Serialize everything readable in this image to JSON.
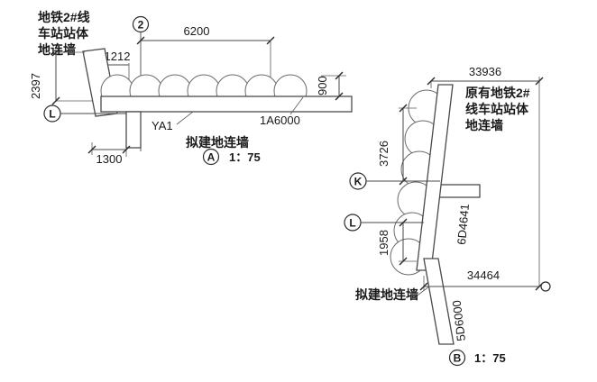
{
  "drawing": {
    "background": "#ffffff",
    "line_color": "#4a4a4a",
    "text_color": "#1a1a1a"
  },
  "left_view": {
    "existing_wall_note": {
      "line1": "地铁2#线",
      "line2": "车站站体",
      "line3": "地连墙"
    },
    "axis_top": "2",
    "axis_left": "L",
    "dims": {
      "top_width": "6200",
      "offset_top": "1212",
      "left_height": "2397",
      "right_offset": "900",
      "bottom_width": "1300"
    },
    "labels": {
      "pile_ref": "YA1",
      "wall_ref": "1A6000",
      "proposed_wall": "拟建地连墙"
    },
    "marker": {
      "letter": "A",
      "scale": "1：75"
    }
  },
  "right_view": {
    "existing_wall_note": {
      "line1": "原有地铁2#",
      "line2": "线车站站体",
      "line3": "地连墙"
    },
    "axis_k": "K",
    "axis_l": "L",
    "dims": {
      "top_width": "33936",
      "upper_height": "3726",
      "lower_height": "1958",
      "bottom_width": "34464"
    },
    "labels": {
      "existing_wall_ref": "6D4641",
      "proposed_wall_ref": "5D6000",
      "proposed_wall": "拟建地连墙"
    },
    "marker": {
      "letter": "B",
      "scale": "1：75"
    }
  }
}
